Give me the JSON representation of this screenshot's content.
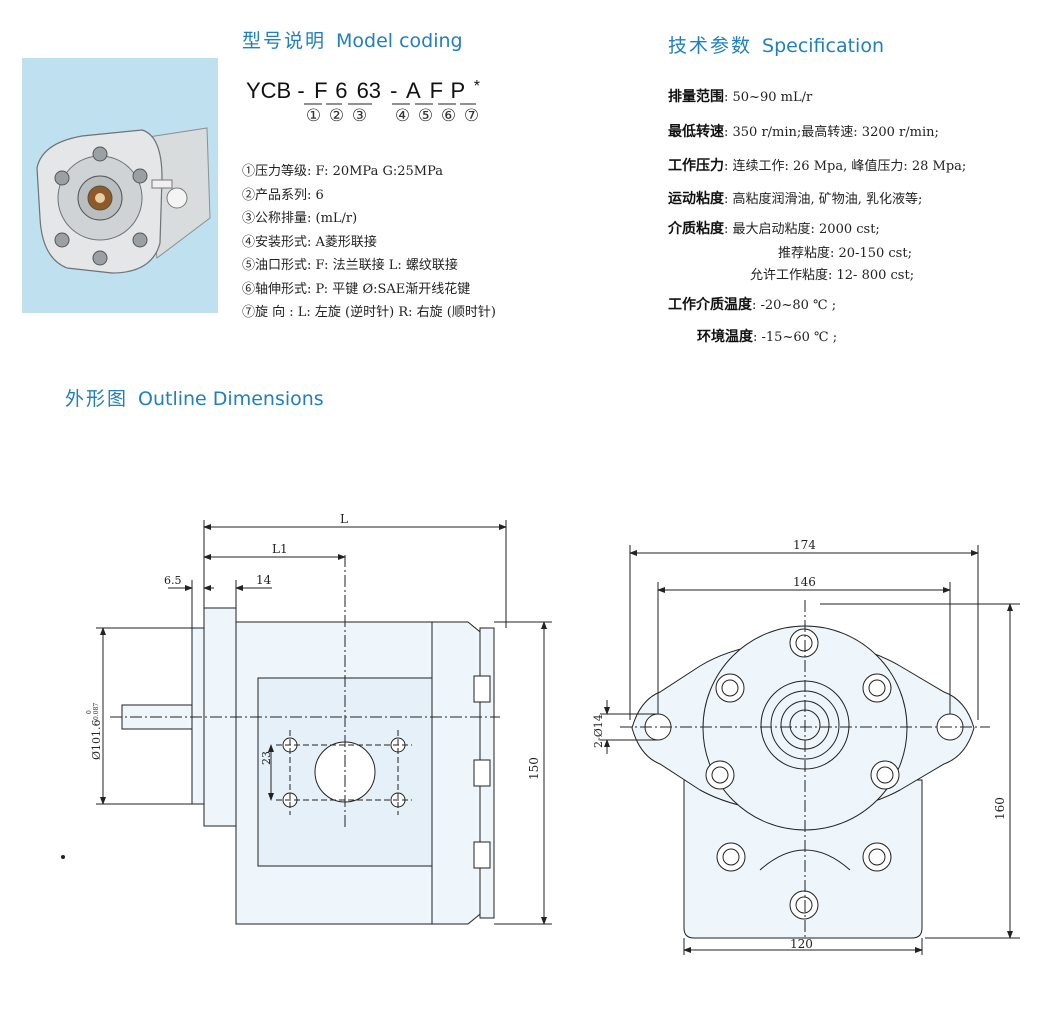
{
  "model_coding": {
    "title_cn": "型号说明",
    "title_en": "Model coding",
    "code_prefix": "YCB -",
    "code_parts": [
      "F",
      "6",
      "63",
      "-",
      "A",
      "F",
      "P",
      "*"
    ],
    "code_numbers": [
      "①",
      "②",
      "③",
      "④",
      "⑤",
      "⑥",
      "⑦"
    ],
    "items": [
      "①压力等级: F: 20MPa  G:25MPa",
      "②产品系列: 6",
      "③公称排量: (mL/r)",
      "④安装形式: A菱形联接",
      "⑤油口形式: F: 法兰联接    L: 螺纹联接",
      "⑥轴伸形式: P: 平键  Ø:SAE渐开线花键",
      "⑦旋    向 : L: 左旋 (逆时针)  R: 右旋 (顺时针)"
    ]
  },
  "specification": {
    "title_cn": "技术参数",
    "title_en": "Specification",
    "rows": [
      {
        "label": "排量范围",
        "value": ": 50~90 mL/r"
      },
      {
        "label": "最低转速",
        "value": ": 350 r/min;最高转速: 3200 r/min;"
      },
      {
        "label": "工作压力",
        "value": ": 连续工作: 26 Mpa, 峰值压力: 28 Mpa;"
      },
      {
        "label": "运动粘度",
        "value": ": 高粘度润滑油, 矿物油, 乳化液等;"
      },
      {
        "label": "介质粘度",
        "value": ": 最大启动粘度: 2000 cst;"
      },
      {
        "label": "",
        "value": "推荐粘度:  20-150 cst;"
      },
      {
        "label": "",
        "value": "允许工作粘度: 12- 800 cst;"
      },
      {
        "label": "工作介质温度",
        "value": ": -20~80 ℃ ;"
      },
      {
        "label": "环境温度",
        "value": ": -15~60 ℃ ;"
      }
    ]
  },
  "outline": {
    "title_cn": "外形图",
    "title_en": "Outline Dimensions"
  },
  "side_view": {
    "dim_L": "L",
    "dim_L1": "L1",
    "dim_6_5": "6.5",
    "dim_14": "14",
    "dim_diameter": "Ø101.6",
    "dim_tol_upper": "0",
    "dim_tol_lower": "-0.087",
    "dim_23": "23",
    "dim_150": "150"
  },
  "front_view": {
    "dim_174": "174",
    "dim_146": "146",
    "dim_holes": "2-Ø14",
    "dim_160": "160",
    "dim_120": "120"
  },
  "colors": {
    "accent": "#1f7fc0",
    "part_fill": "#eef5fb",
    "photo_bg": "#bfe0ee"
  }
}
